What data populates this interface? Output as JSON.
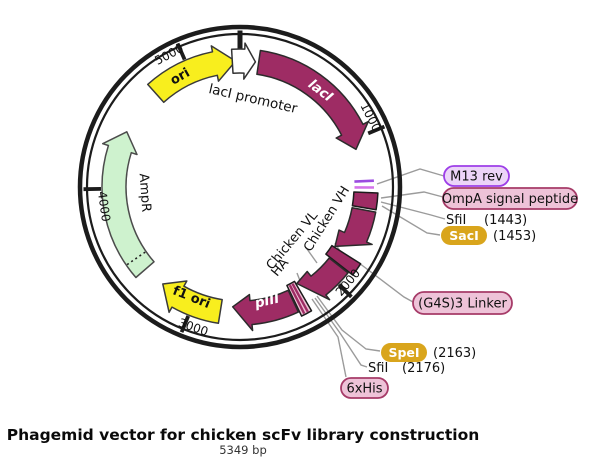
{
  "title": "Phagemid vector for chicken scFv library construction",
  "subtitle": "5349 bp",
  "ticks": {
    "t1000": "1000",
    "t2000": "2000",
    "t3000": "3000",
    "t4000": "4000",
    "t5000": "5000"
  },
  "features": {
    "ori": "ori",
    "laci_promoter": "lacI promoter",
    "laci": "lacI",
    "chicken_vh": "Chicken VH",
    "chicken_vl": "Chicken VL",
    "ha": "HA",
    "piii": "pIII",
    "f1_ori": "f1 ori",
    "ampr": "AmpR"
  },
  "callouts": {
    "m13_rev": "M13 rev",
    "ompa": "OmpA signal peptide",
    "sfi1_name": "SfiI",
    "sfi1_pos": "(1443)",
    "saci_name": "SacI",
    "saci_pos": "(1453)",
    "linker": "(G4S)3 Linker",
    "spei_name": "SpeI",
    "spei_pos": "(2163)",
    "sfi2_name": "SfiI",
    "sfi2_pos": "(2176)",
    "his": "6xHis"
  },
  "colors": {
    "ring": "#1c1c1c",
    "feature_magenta": "#9e2c64",
    "feature_yellow": "#f8ee1e",
    "feature_green": "#cef2ce",
    "feature_white": "#ffffff",
    "outline_dark": "#2b2b2b",
    "green_outline": "#4c4c4c",
    "primer_line_top": "#9b4be0",
    "primer_line_bottom": "#d473ea",
    "ha_fill": "#eec0d4",
    "pill_purple_fill": "#ecd4f8",
    "pill_purple_border": "#9d3ee8",
    "pill_pink_fill": "#eec3d8",
    "pill_pink_border": "#a63b68",
    "pill_gold_fill": "#d9a51c",
    "leader": "#9b9b9b",
    "text": "#111111"
  }
}
